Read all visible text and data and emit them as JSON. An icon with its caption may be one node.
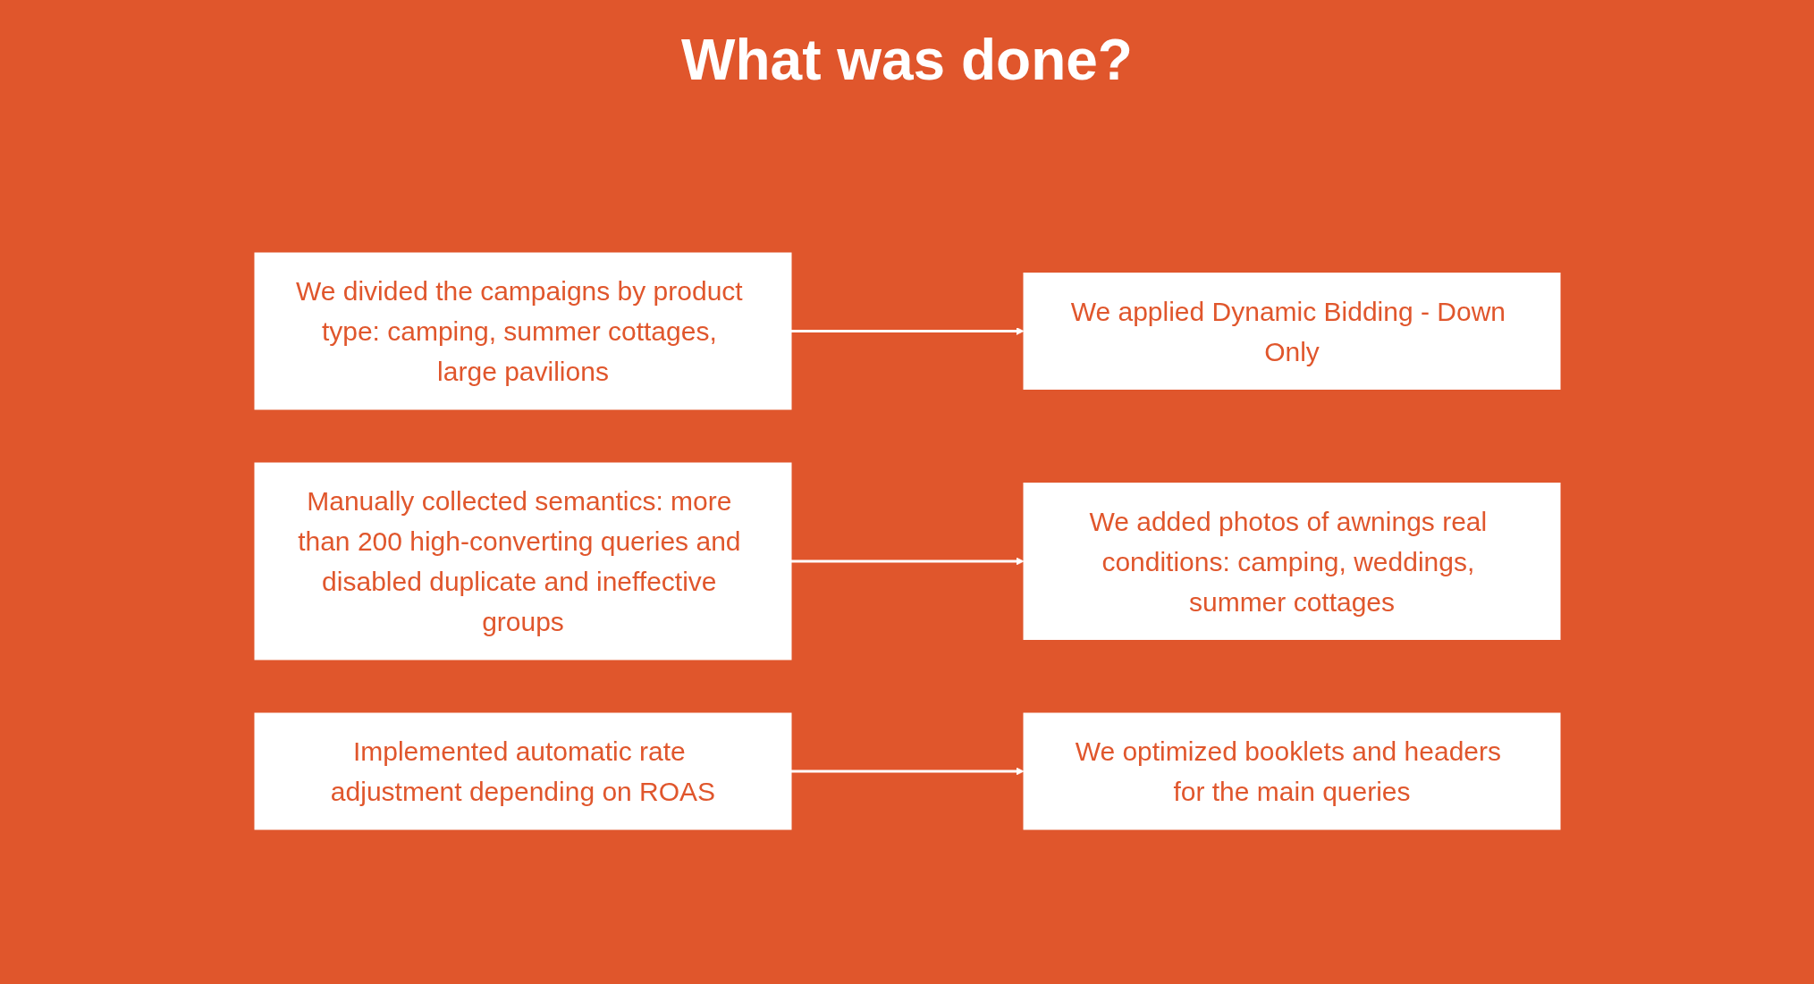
{
  "diagram": {
    "title": "What was done?",
    "nodes": [
      {
        "text": [
          "We divided the campaigns by product type: camping, summer cottages, large pavilions"
        ]
      },
      {
        "text": [
          "We applied Dynamic Bidding - Down Only"
        ]
      },
      {
        "text": [
          "Manually collected semantics: more than 200 high-converting queries and disabled duplicate and ineffective groups"
        ]
      },
      {
        "text": [
          "We added photos of awnings real conditions: camping, weddings, summer cottages"
        ]
      },
      {
        "text": [
          "Implemented automatic rate adjustment depending on ROAS"
        ]
      },
      {
        "text": [
          "We optimized booklets and headers for the main queries"
        ]
      }
    ],
    "edges": [
      {
        "from": 0,
        "to": 1,
        "arrow": "to"
      },
      {
        "from": 2,
        "to": 3,
        "arrow": "to"
      },
      {
        "from": 4,
        "to": 5,
        "arrow": "to"
      }
    ]
  }
}
